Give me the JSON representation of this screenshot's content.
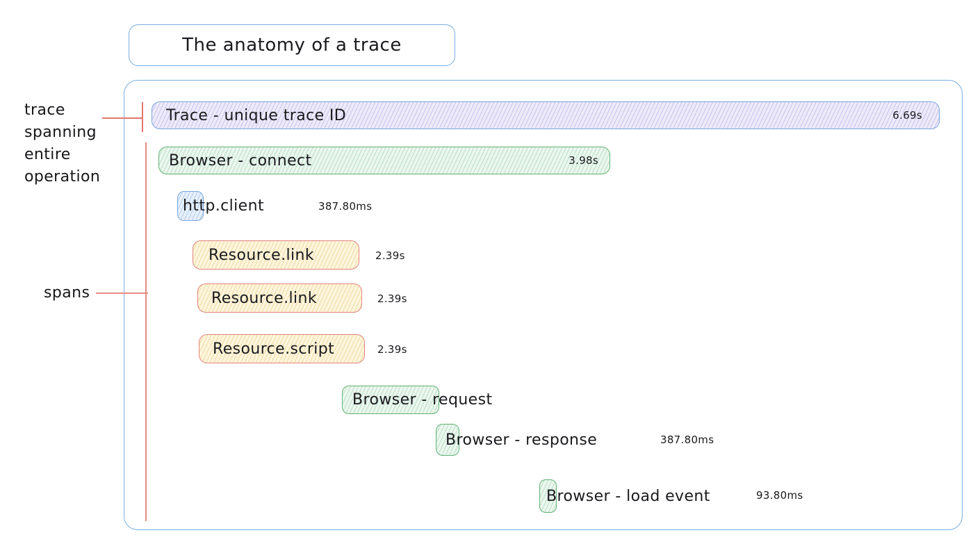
{
  "title": "The anatomy of a trace",
  "trace": {
    "label": "Trace - unique trace ID",
    "duration": "6.69s"
  },
  "spans": [
    {
      "label": "Browser - connect",
      "duration": "3.98s"
    },
    {
      "label": "http.client",
      "duration": "387.80ms"
    },
    {
      "label": "Resource.link",
      "duration": "2.39s"
    },
    {
      "label": "Resource.link",
      "duration": "2.39s"
    },
    {
      "label": "Resource.script",
      "duration": "2.39s"
    },
    {
      "label": "Browser - request",
      "duration": ""
    },
    {
      "label": "Browser - response",
      "duration": "387.80ms"
    },
    {
      "label": "Browser - load event",
      "duration": "93.80ms"
    }
  ],
  "annotations": {
    "trace_note_lines": [
      "trace",
      "spanning",
      "entire",
      "operation"
    ],
    "spans_note": "spans"
  },
  "colors": {
    "container_border": "#79aee3",
    "trace_fill": "#eeebfa",
    "trace_border": "#77a6db",
    "green_fill": "#ebf7ef",
    "green_border": "#62b275",
    "blue_fill": "#e7f0fb",
    "blue_border": "#77a6db",
    "yellow_fill": "#fdf6dd",
    "yellow_border": "#e4837c",
    "annotation_red": "#e0756d",
    "text": "#1a1a1e"
  }
}
